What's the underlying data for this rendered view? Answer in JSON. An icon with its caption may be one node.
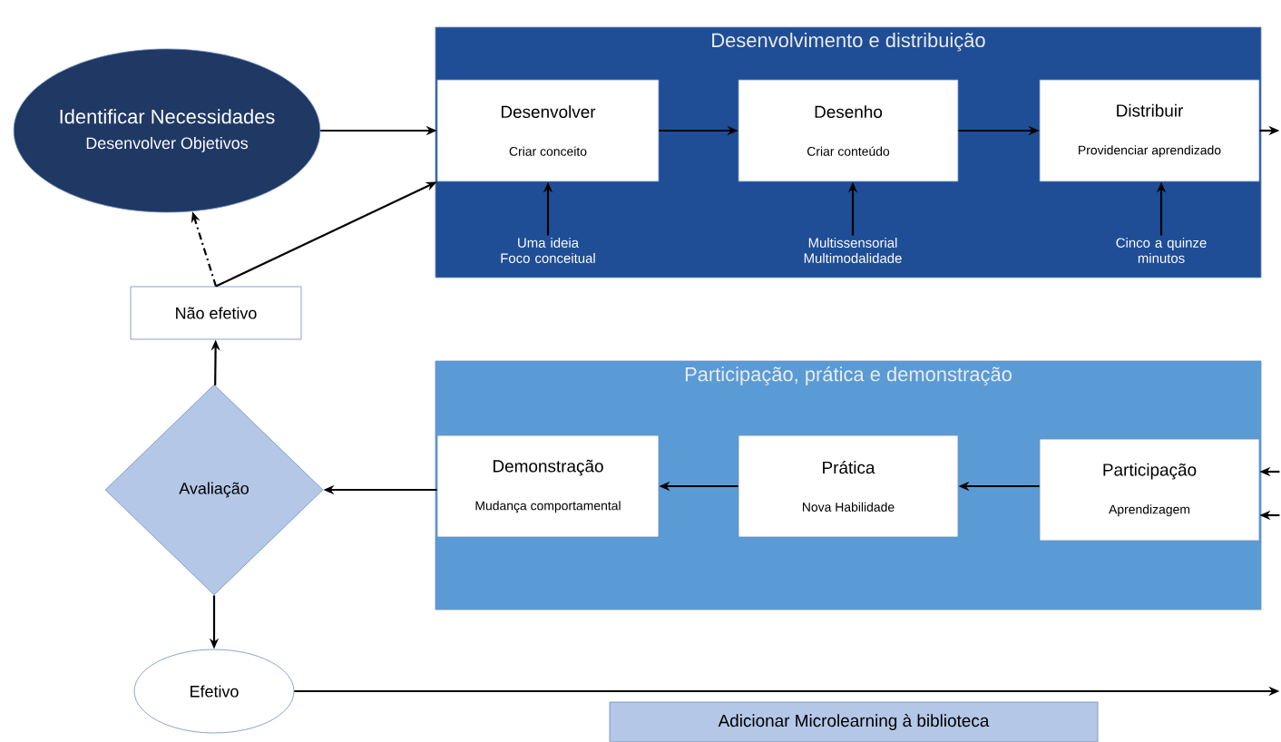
{
  "diagram": {
    "nodes": [
      {
        "text": [
          "Identificar Necessidades",
          "Desenvolver Objetivos"
        ]
      },
      {
        "text": [
          "Desenvolvimento e distribuição"
        ]
      },
      {
        "text": [
          "Desenvolver",
          "Criar conceito"
        ],
        "in": 1
      },
      {
        "text": [
          "Desenho",
          "Criar conteúdo"
        ],
        "in": 1
      },
      {
        "text": [
          "Distribuir",
          "Providenciar aprendizado"
        ],
        "in": 1
      },
      {
        "text": [
          "Uma ideia Foco conceitual"
        ],
        "in": 1
      },
      {
        "text": [
          "Multissensorial Multimodalidade"
        ],
        "in": 1
      },
      {
        "text": [
          "Cinco a quinze minutos"
        ],
        "in": 1
      },
      {
        "text": [
          "Não efetivo"
        ]
      },
      {
        "text": [
          "Participação, prática e demonstração"
        ]
      },
      {
        "text": [
          "Demonstração",
          "Mudança comportamental"
        ],
        "in": 9
      },
      {
        "text": [
          "Prática",
          "Nova Habilidade"
        ],
        "in": 9
      },
      {
        "text": [
          "Participação",
          "Aprendizagem"
        ],
        "in": 9
      },
      {
        "text": [
          "Avaliação"
        ]
      },
      {
        "text": [
          "Efetivo"
        ]
      },
      {
        "text": [
          "Adicionar Microlearning à biblioteca"
        ]
      }
    ],
    "edges": [
      {
        "from": 0,
        "to": 2,
        "arrow": "to"
      },
      {
        "from": 8,
        "to": 2,
        "arrow": "to"
      },
      {
        "from": 8,
        "to": 0,
        "arrow": "to",
        "style": "dashed"
      },
      {
        "from": 5,
        "to": 2,
        "arrow": "to"
      },
      {
        "from": 6,
        "to": 3,
        "arrow": "to"
      },
      {
        "from": 7,
        "to": 4,
        "arrow": "to"
      },
      {
        "from": 2,
        "to": 3,
        "arrow": "to"
      },
      {
        "from": 3,
        "to": 4,
        "arrow": "to"
      },
      {
        "from": 4,
        "to": null,
        "arrow": "to"
      },
      {
        "from": null,
        "to": 12,
        "arrow": "to"
      },
      {
        "from": null,
        "to": 12,
        "arrow": "to"
      },
      {
        "from": 12,
        "to": 11,
        "arrow": "to"
      },
      {
        "from": 11,
        "to": 10,
        "arrow": "to"
      },
      {
        "from": 10,
        "to": 13,
        "arrow": "to"
      },
      {
        "from": 13,
        "to": 8,
        "arrow": "to"
      },
      {
        "from": 13,
        "to": 14,
        "arrow": "to"
      },
      {
        "from": 14,
        "to": null,
        "arrow": "to"
      }
    ]
  }
}
